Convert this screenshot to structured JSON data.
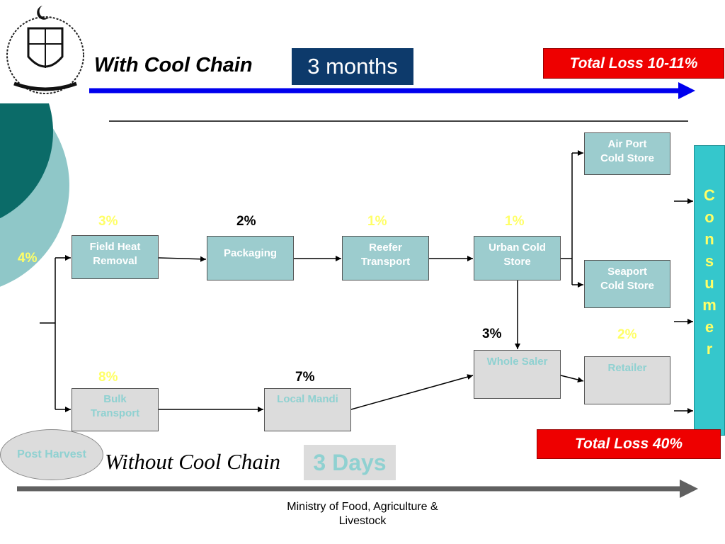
{
  "header": {
    "cool_title": "With Cool Chain",
    "cool_duration": "3 months",
    "cool_total_loss": "Total  Loss 10-11%"
  },
  "boxes": {
    "field_heat": {
      "line1": "Field Heat",
      "line2": "Removal"
    },
    "packaging": {
      "line1": "Packaging"
    },
    "reefer": {
      "line1": "Reefer",
      "line2": "Transport"
    },
    "urban_cold": {
      "line1": "Urban Cold",
      "line2": "Store"
    },
    "airport_cold": {
      "line1": "Air Port",
      "line2": "Cold Store"
    },
    "seaport_cold": {
      "line1": "Seaport",
      "line2": "Cold Store"
    },
    "whole_saler": {
      "line1": "Whole Saler"
    },
    "retailer": {
      "line1": "Retailer"
    },
    "bulk_transport": {
      "line1": "Bulk",
      "line2": "Transport"
    },
    "local_mandi": {
      "line1": "Local Mandi"
    }
  },
  "percentages": {
    "post_harvest": "4%",
    "field_heat": "3%",
    "packaging": "2%",
    "reefer": "1%",
    "urban_cold": "1%",
    "whole_saler": "3%",
    "retailer": "2%",
    "bulk_transport": "8%",
    "local_mandi": "7%"
  },
  "consumer_letters": [
    "C",
    "o",
    "n",
    "s",
    "u",
    "m",
    "e",
    "r"
  ],
  "post_harvest_label": "Post Harvest",
  "footer_section": {
    "without_title": "Without Cool Chain",
    "without_duration": "3 Days",
    "without_total_loss": "Total  Loss 40%"
  },
  "ministry": {
    "line1": "Ministry of Food, Agriculture &",
    "line2": "Livestock"
  },
  "colors": {
    "teal_box": "#9cccce",
    "gray_box": "#dcdcdc",
    "consumer_bar": "#35c7cc",
    "loss_red": "#ee0000",
    "months_badge": "#0d3a6b",
    "cool_arrow": "#0000ee",
    "without_arrow": "#606060",
    "highlight_yellow": "#ffff66",
    "decor_dark": "#0b6b68",
    "decor_light": "#8fc7c8"
  }
}
